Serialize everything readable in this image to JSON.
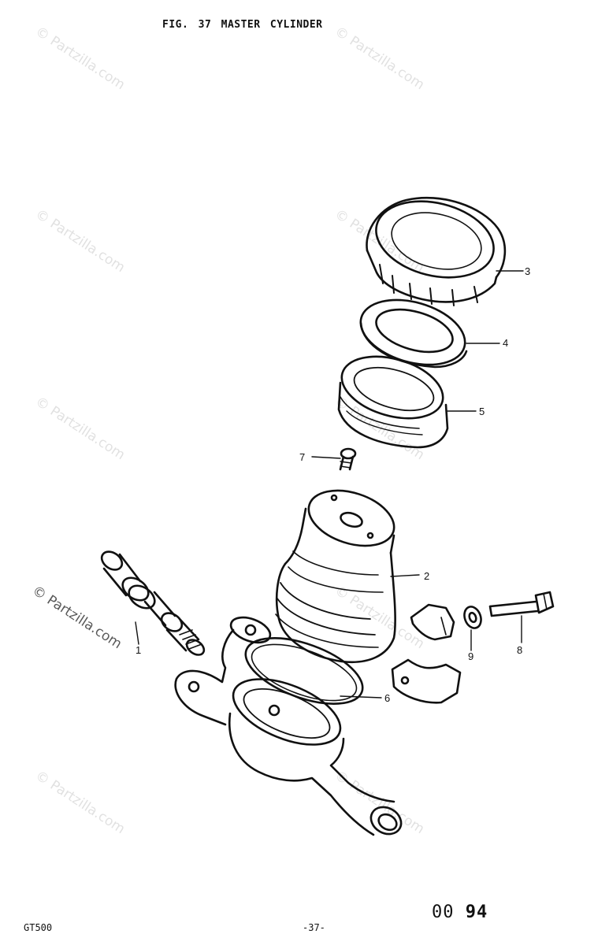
{
  "figure": {
    "title": "FIG. 37  MASTER CYLINDER"
  },
  "callouts": [
    "1",
    "2",
    "3",
    "4",
    "5",
    "6",
    "7",
    "8",
    "9"
  ],
  "watermark": {
    "text": "© Partzilla.com"
  },
  "footer": {
    "model": "GT500",
    "page": "-37-",
    "code_part1": "00",
    "code_part2": "94"
  }
}
